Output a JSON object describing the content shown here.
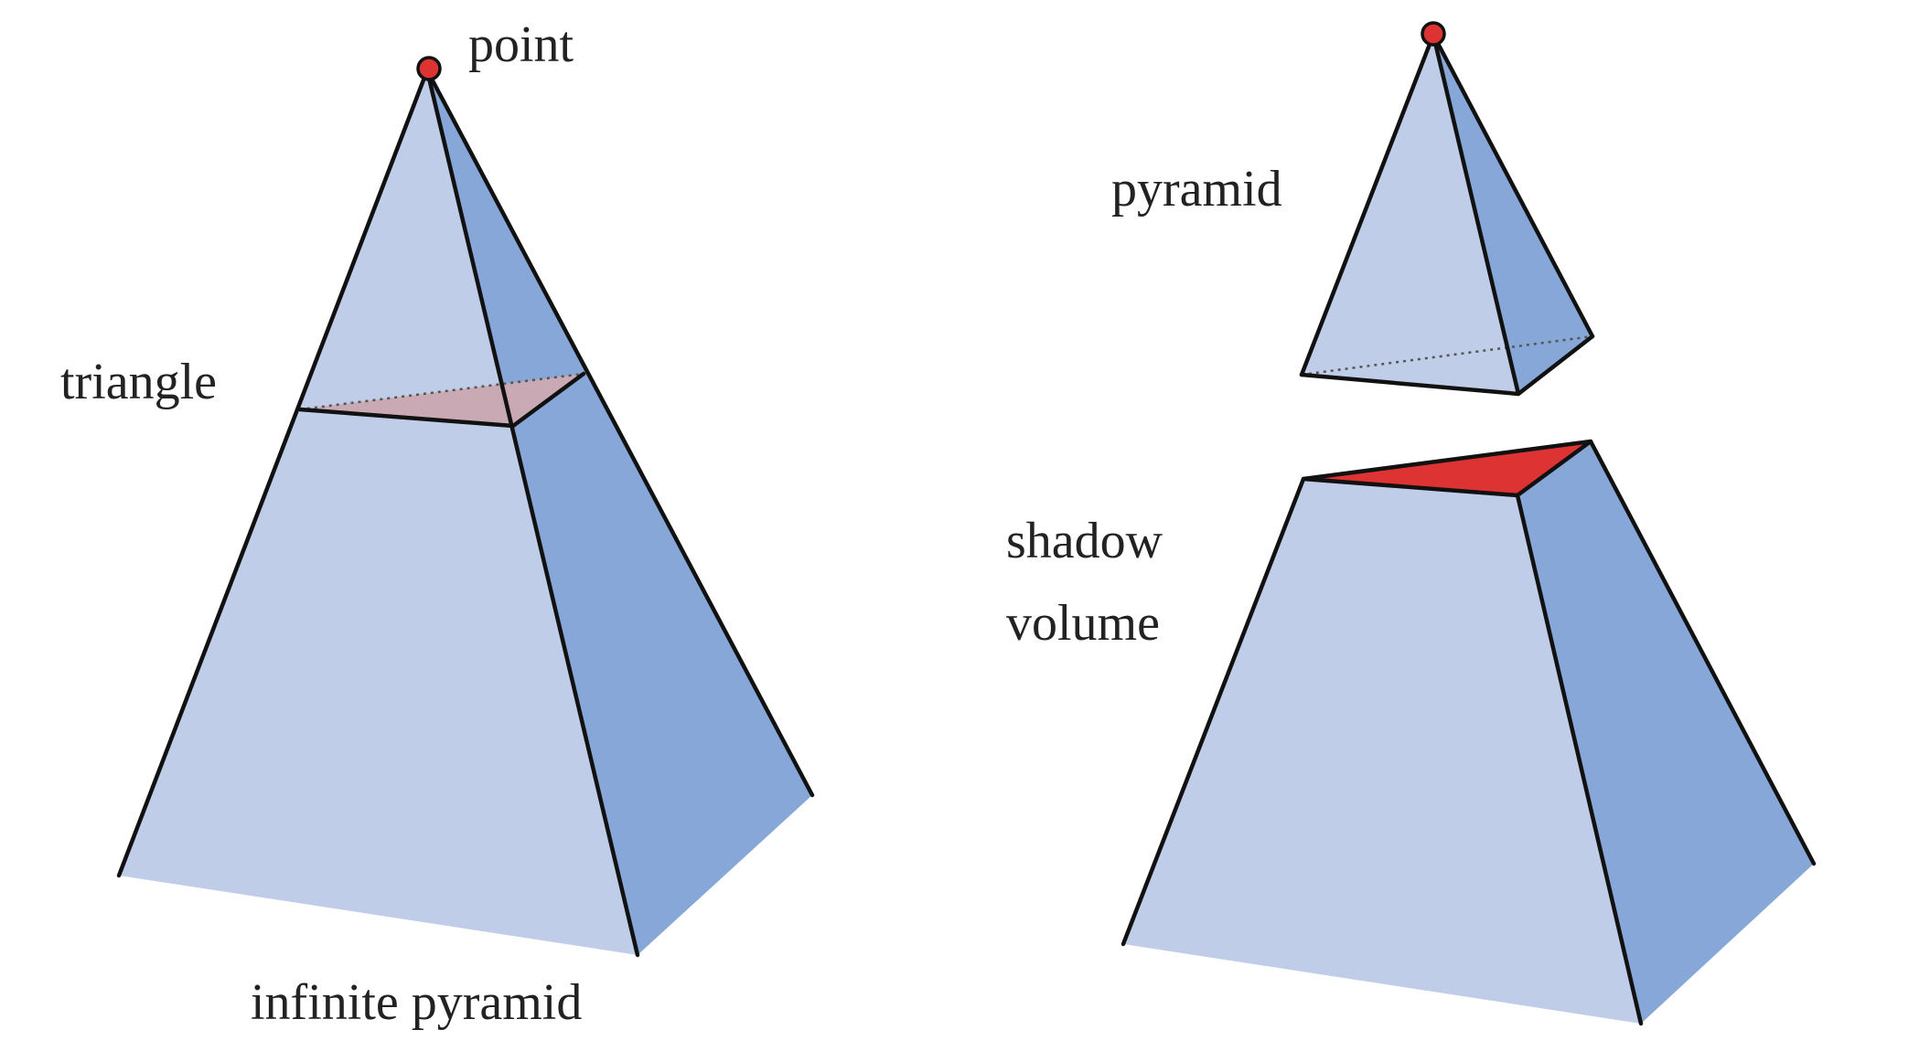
{
  "labels": {
    "point": "point",
    "triangle": "triangle",
    "infinite_pyramid": "infinite pyramid",
    "pyramid": "pyramid",
    "shadow": "shadow",
    "volume": "volume"
  },
  "colors": {
    "front_face": "#bfcde8",
    "side_face": "#86a7d7",
    "cross_section": "#c9aab4",
    "shadow_cap": "#dd3333",
    "point_fill": "#dd3333",
    "edge": "#111111",
    "background": "#ffffff"
  }
}
